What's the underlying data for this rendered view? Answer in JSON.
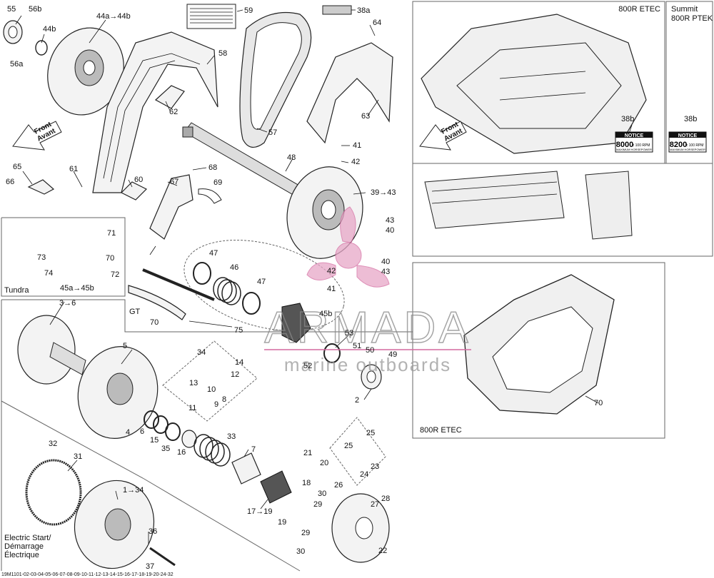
{
  "diagram_id": "19M1101-02-03-04-05-06-07-08-09-10-11-12-13-14-15-16-17-18-19-20-24-32",
  "panels": {
    "tundra": "Tundra",
    "etec_top": "800R ETEC",
    "summit": "Summit\n800R PTEK",
    "etec_bottom": "800R ETEC",
    "electric_start": [
      "Electric Start/",
      "Démarrage",
      "Électrique"
    ]
  },
  "front": [
    "Front",
    "Avant"
  ],
  "notices": [
    {
      "title": "NOTICE",
      "rpm": "8000",
      "tol": "± 100 RPM",
      "sub": "MAXIMUM HORSEPOWER"
    },
    {
      "title": "NOTICE",
      "rpm": "8200",
      "tol": "± 100 RPM",
      "sub": "MAXIMUM HORSEPOWER"
    }
  ],
  "watermark": {
    "brand": "ARMADA",
    "tagline": "marine outboards"
  },
  "callouts": [
    "55",
    "56b",
    "56a",
    "44a→44b",
    "44b",
    "59",
    "38a",
    "58",
    "57",
    "64",
    "63",
    "62",
    "61",
    "60",
    "65",
    "66",
    "67",
    "68",
    "69",
    "41",
    "42",
    "48",
    "39→43",
    "43",
    "40",
    "40",
    "42",
    "43",
    "41",
    "47",
    "46",
    "47",
    "GT",
    "70",
    "75",
    "71",
    "73",
    "70",
    "74",
    "72",
    "45a→45b",
    "45b",
    "53",
    "52",
    "51",
    "50",
    "49",
    "2",
    "3→6",
    "5",
    "4",
    "6",
    "15",
    "35",
    "16",
    "33",
    "7",
    "34",
    "14",
    "13",
    "12",
    "10",
    "11",
    "9",
    "8",
    "21",
    "20",
    "17→19",
    "19",
    "18",
    "30",
    "29",
    "26",
    "27",
    "28",
    "25",
    "25",
    "24",
    "23",
    "22",
    "29",
    "30",
    "1→34",
    "32",
    "31",
    "36",
    "37",
    "38b",
    "38b",
    "70",
    "Tundra"
  ]
}
